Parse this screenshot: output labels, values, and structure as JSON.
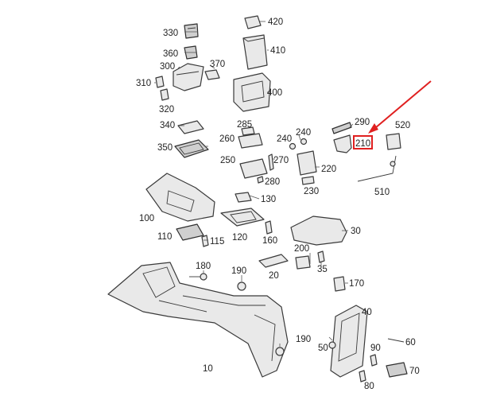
{
  "labels": {
    "p420": "420",
    "p330": "330",
    "p410": "410",
    "p360": "360",
    "p300": "300",
    "p370": "370",
    "p310": "310",
    "p320": "320",
    "p400": "400",
    "p340": "340",
    "p285": "285",
    "p260": "260",
    "p240a": "240",
    "p240b": "240",
    "p290": "290",
    "p210": "210",
    "p520": "520",
    "p350": "350",
    "p250": "250",
    "p270": "270",
    "p220": "220",
    "p280": "280",
    "p230": "230",
    "p510": "510",
    "p130": "130",
    "p100": "100",
    "p30": "30",
    "p110": "110",
    "p120": "120",
    "p160": "160",
    "p115": "115",
    "p200": "200",
    "p20": "20",
    "p35": "35",
    "p180": "180",
    "p190a": "190",
    "p170": "170",
    "p40": "40",
    "p190b": "190",
    "p60": "60",
    "p50": "50",
    "p90": "90",
    "p70": "70",
    "p10": "10",
    "p80": "80"
  },
  "colors": {
    "highlight": "#e02020",
    "line": "#3a3a3a",
    "fill": "#e9e9e9"
  },
  "highlighted_part": "210"
}
